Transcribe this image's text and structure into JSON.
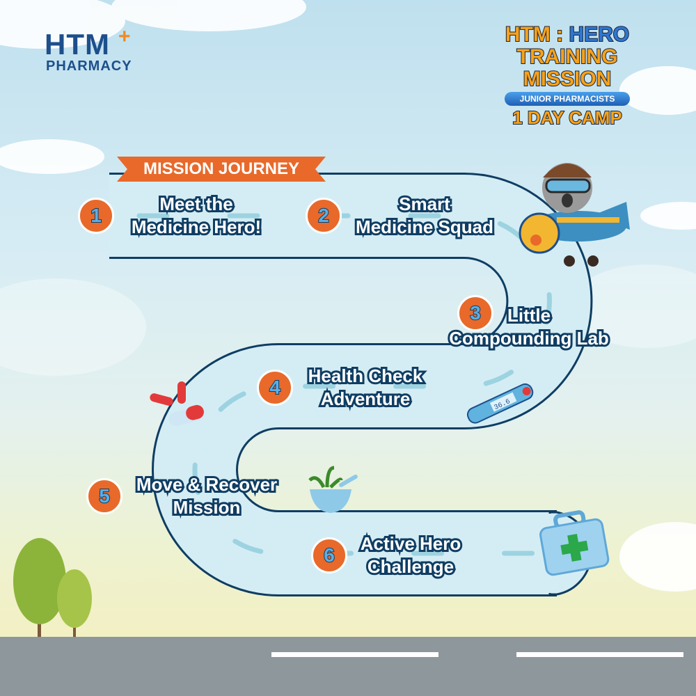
{
  "logo": {
    "brand": "HTM",
    "cross": "+",
    "sub": "PHARMACY"
  },
  "camp_logo": {
    "line1a": "HTM : ",
    "line1b": "HERO",
    "line2": "TRAINING MISSION",
    "pill": "JUNIOR PHARMACISTS",
    "line3": "1 DAY CAMP"
  },
  "banner": "MISSION JOURNEY",
  "steps": [
    {
      "num": "1",
      "line1": "Meet the",
      "line2": "Medicine Hero!"
    },
    {
      "num": "2",
      "line1": "Smart",
      "line2": "Medicine Squad"
    },
    {
      "num": "3",
      "line1": "Little",
      "line2": "Compounding Lab"
    },
    {
      "num": "4",
      "line1": "Health Check",
      "line2": "Adventure"
    },
    {
      "num": "5",
      "line1": "Move & Recover",
      "line2": "Mission"
    },
    {
      "num": "6",
      "line1": "Active Hero",
      "line2": "Challenge"
    }
  ],
  "thermometer_reading": "36.6",
  "colors": {
    "navy": "#0f3d63",
    "orange": "#e8692a",
    "path": "#d4edf4",
    "road": "#8d979c"
  }
}
